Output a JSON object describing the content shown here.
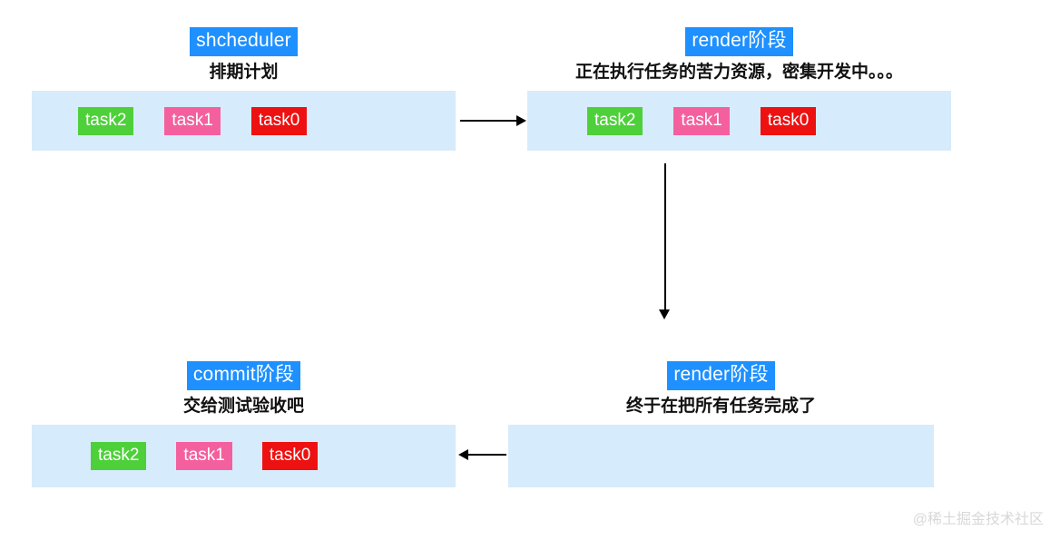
{
  "diagram": {
    "title_watermark": "@稀土掘金技术社区",
    "phases": [
      {
        "id": "scheduler",
        "tag": "shcheduler",
        "subtitle": "排期计划",
        "tasks": [
          {
            "label": "task2",
            "color_name": "green",
            "color": "#4ED03A"
          },
          {
            "label": "task1",
            "color_name": "pink",
            "color": "#F4609E"
          },
          {
            "label": "task0",
            "color_name": "red",
            "color": "#EE1111"
          }
        ]
      },
      {
        "id": "render-running",
        "tag": "render阶段",
        "subtitle": "正在执行任务的苦力资源，密集开发中。。。",
        "tasks": [
          {
            "label": "task2",
            "color_name": "green",
            "color": "#4ED03A"
          },
          {
            "label": "task1",
            "color_name": "pink",
            "color": "#F4609E"
          },
          {
            "label": "task0",
            "color_name": "red",
            "color": "#EE1111"
          }
        ]
      },
      {
        "id": "render-done",
        "tag": "render阶段",
        "subtitle": "终于在把所有任务完成了",
        "tasks": []
      },
      {
        "id": "commit",
        "tag": "commit阶段",
        "subtitle": "交给测试验收吧",
        "tasks": [
          {
            "label": "task2",
            "color_name": "green",
            "color": "#4ED03A"
          },
          {
            "label": "task1",
            "color_name": "pink",
            "color": "#F4609E"
          },
          {
            "label": "task0",
            "color_name": "red",
            "color": "#EE1111"
          }
        ]
      }
    ],
    "arrows": [
      {
        "id": "scheduler-to-render",
        "direction": "right"
      },
      {
        "id": "render-to-render-done",
        "direction": "down"
      },
      {
        "id": "render-done-to-commit",
        "direction": "left"
      }
    ],
    "colors": {
      "panel_background": "#D6EBFB",
      "tag_background": "#1E90FF",
      "tag_text": "#FFFFFF",
      "subtitle_text": "#111111",
      "arrow": "#000000",
      "watermark": "#D8D8D8",
      "canvas": "#FFFFFF"
    }
  }
}
